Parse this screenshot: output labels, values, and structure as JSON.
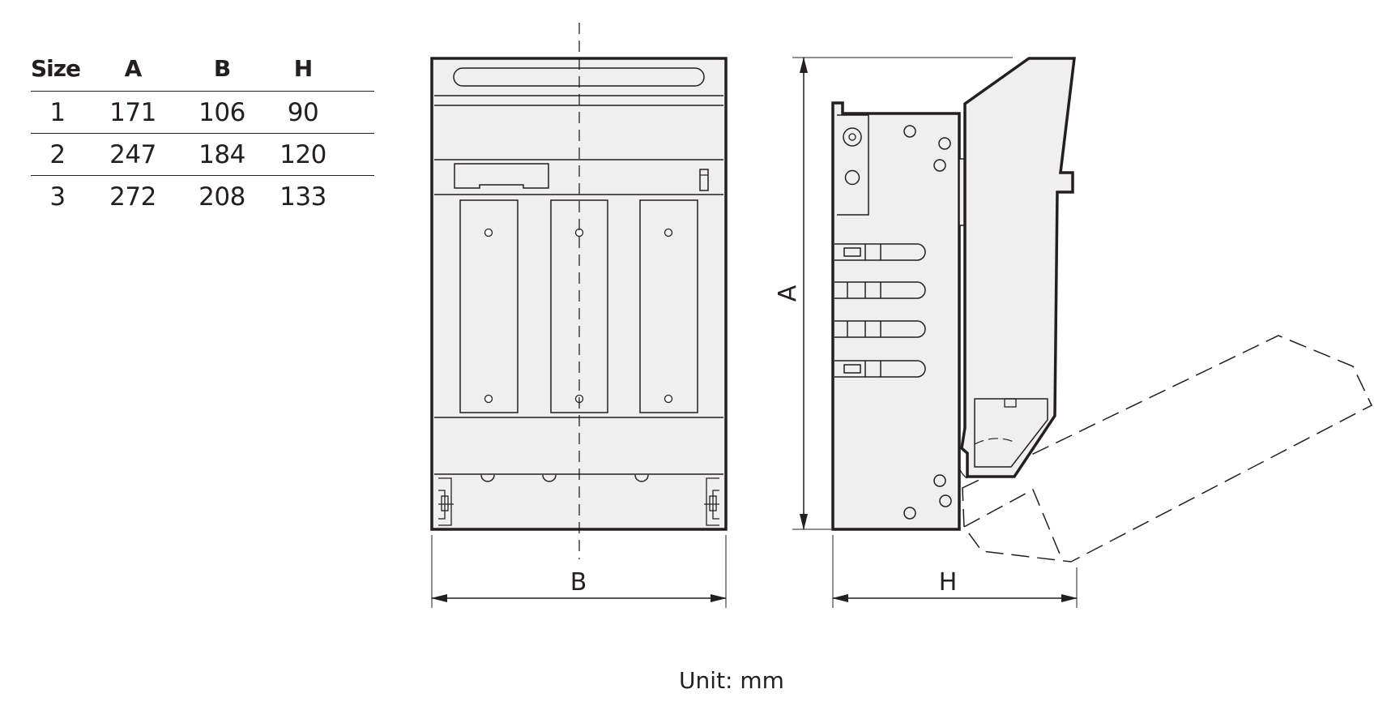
{
  "table": {
    "headers": [
      "Size",
      "A",
      "B",
      "H"
    ],
    "rows": [
      [
        "1",
        "171",
        "106",
        "90"
      ],
      [
        "2",
        "247",
        "184",
        "120"
      ],
      [
        "3",
        "272",
        "208",
        "133"
      ]
    ]
  },
  "dimensions": {
    "width_label": "B",
    "height_label": "A",
    "depth_label": "H"
  },
  "unit_note": "Unit: mm",
  "colors": {
    "line": "#231f20",
    "fill": "#efeff0",
    "background": "#ffffff"
  }
}
